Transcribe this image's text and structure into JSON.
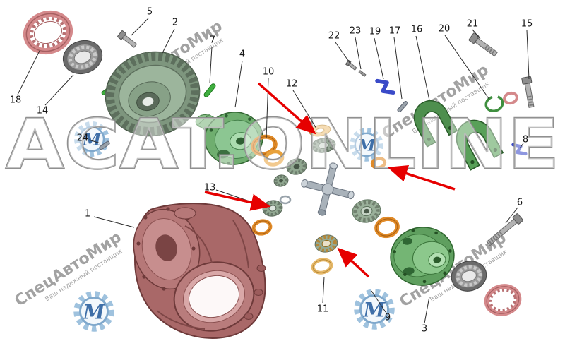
{
  "watermarks": {
    "site": "ACAT.ONLINE",
    "brand": "СпецАвтоМир",
    "tagline": "Ваш надежный поставщик",
    "logo_letter": "M"
  },
  "callouts": [
    "1",
    "2",
    "3",
    "4",
    "5",
    "6",
    "7",
    "8",
    "9",
    "10",
    "11",
    "12",
    "13",
    "14",
    "15",
    "16",
    "17",
    "18",
    "19",
    "20",
    "21",
    "22",
    "23",
    "24"
  ],
  "colors": {
    "background": "#ffffff",
    "housing_maroon": "#a96868",
    "case_green": "#6fae6f",
    "gear_green_gray": "#94aa94",
    "washer_orange": "#e08a28",
    "washer_tan": "#eec27c",
    "bearing_gray": "#6b6b6b",
    "lock_ring_pink": "#d4898b",
    "clip_blue": "#3a4ac8",
    "arrow_red": "#e60000",
    "watermark_gray": "#8b8b8b",
    "logo_blue": "#3f6fa8",
    "callout_text": "#161616"
  }
}
